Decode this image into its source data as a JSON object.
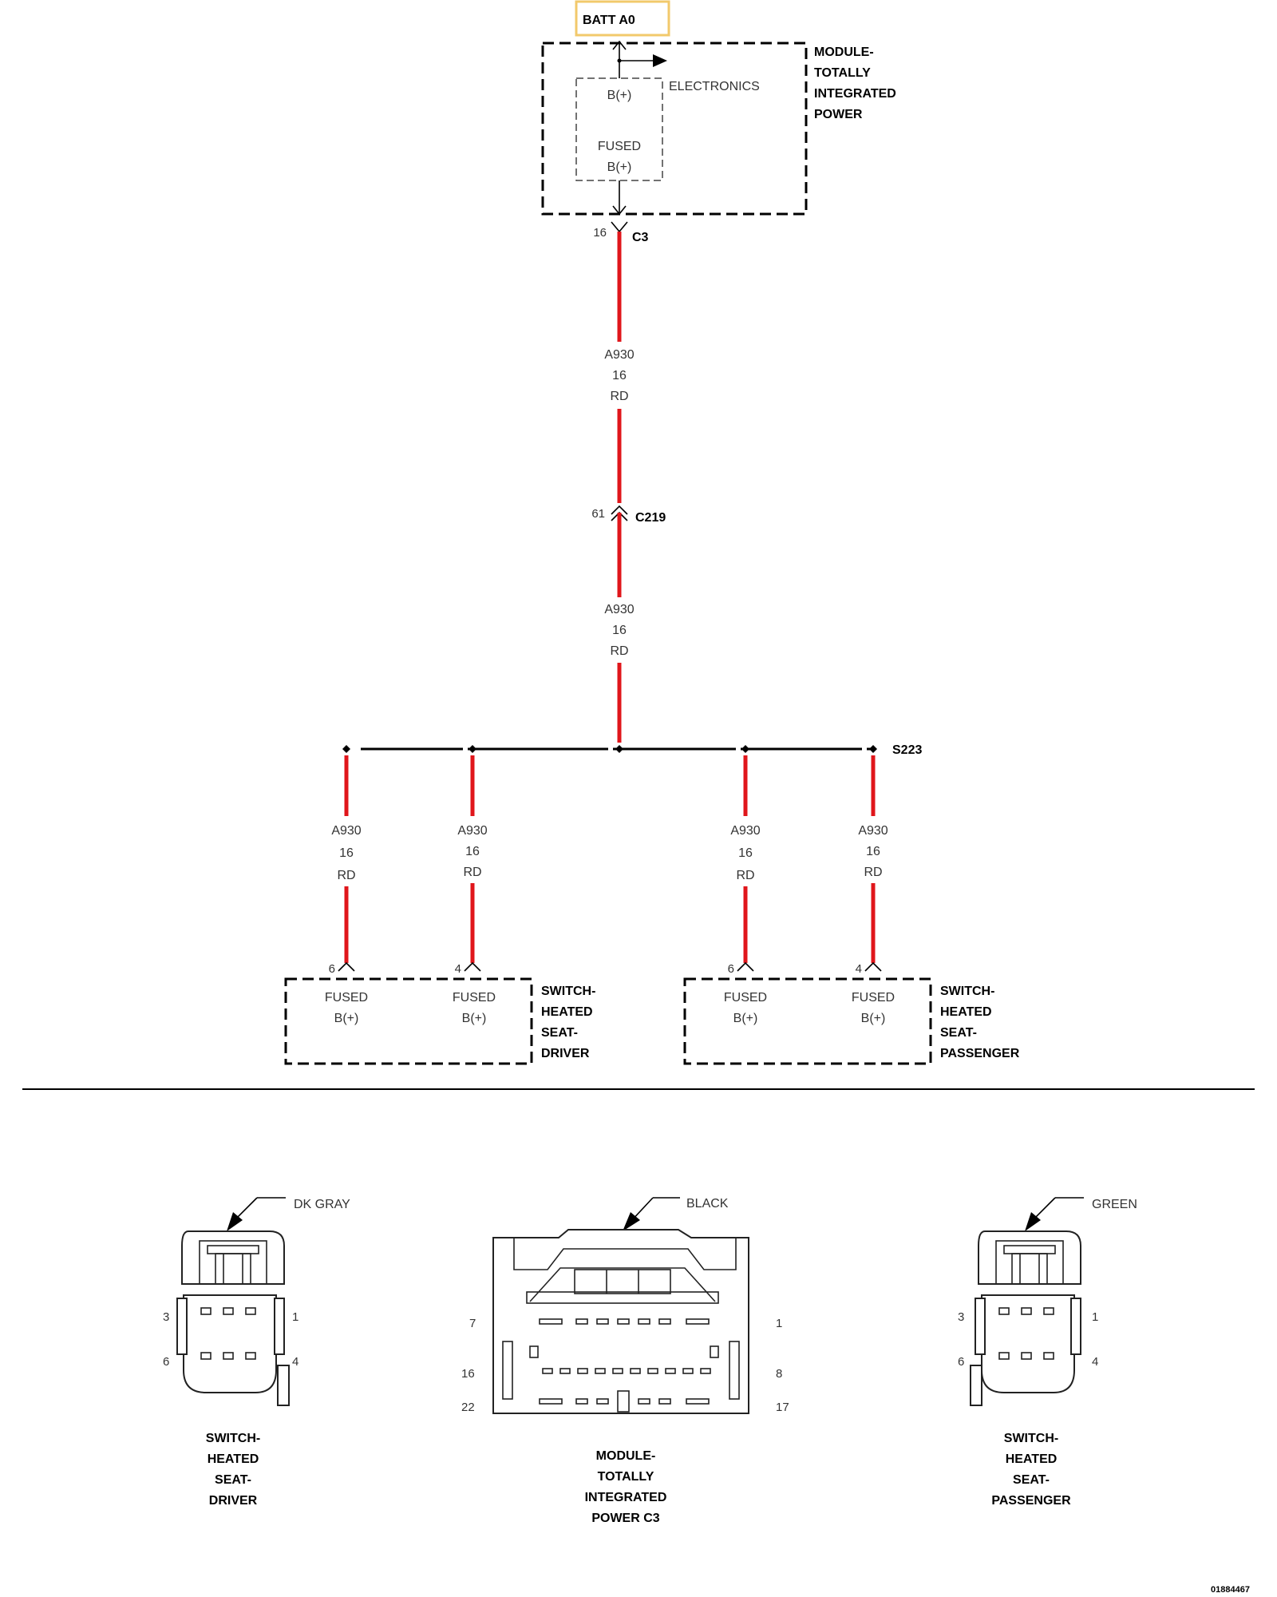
{
  "top_source": {
    "label": "BATT A0",
    "border_color": "#f2c96b"
  },
  "tipm": {
    "title": [
      "MODULE-",
      "TOTALLY",
      "INTEGRATED",
      "POWER"
    ],
    "inner_label": "ELECTRONICS",
    "bplus": "B(+)",
    "fused": "FUSED",
    "fused_bplus": "B(+)",
    "pin": "16",
    "connector": "C3"
  },
  "wire_upper": {
    "circuit": "A930",
    "gauge": "16",
    "color": "RD"
  },
  "inline": {
    "pin": "61",
    "connector": "C219"
  },
  "wire_lower": {
    "circuit": "A930",
    "gauge": "16",
    "color": "RD"
  },
  "splice": {
    "label": "S223"
  },
  "branches": [
    {
      "circuit": "A930",
      "gauge": "16",
      "color": "RD",
      "pin": "6"
    },
    {
      "circuit": "A930",
      "gauge": "16",
      "color": "RD",
      "pin": "4"
    },
    {
      "circuit": "A930",
      "gauge": "16",
      "color": "RD",
      "pin": "6"
    },
    {
      "circuit": "A930",
      "gauge": "16",
      "color": "RD",
      "pin": "4"
    }
  ],
  "switch_driver": {
    "title": [
      "SWITCH-",
      "HEATED",
      "SEAT-",
      "DRIVER"
    ],
    "fused_a": "FUSED",
    "bplus_a": "B(+)",
    "fused_b": "FUSED",
    "bplus_b": "B(+)"
  },
  "switch_passenger": {
    "title": [
      "SWITCH-",
      "HEATED",
      "SEAT-",
      "PASSENGER"
    ],
    "fused_a": "FUSED",
    "bplus_a": "B(+)",
    "fused_b": "FUSED",
    "bplus_b": "B(+)"
  },
  "connector_views": {
    "driver": {
      "color_label": "DK GRAY",
      "pins": [
        "3",
        "1",
        "6",
        "4"
      ],
      "title": [
        "SWITCH-",
        "HEATED",
        "SEAT-",
        "DRIVER"
      ]
    },
    "tipm_c3": {
      "color_label": "BLACK",
      "pins": [
        "7",
        "1",
        "16",
        "8",
        "22",
        "17"
      ],
      "title": [
        "MODULE-",
        "TOTALLY",
        "INTEGRATED",
        "POWER C3"
      ]
    },
    "passenger": {
      "color_label": "GREEN",
      "pins": [
        "3",
        "1",
        "6",
        "4"
      ],
      "title": [
        "SWITCH-",
        "HEATED",
        "SEAT-",
        "PASSENGER"
      ]
    }
  },
  "footer_id": "01884467",
  "colors": {
    "wire": "#e0161b",
    "bus": "#000000"
  }
}
